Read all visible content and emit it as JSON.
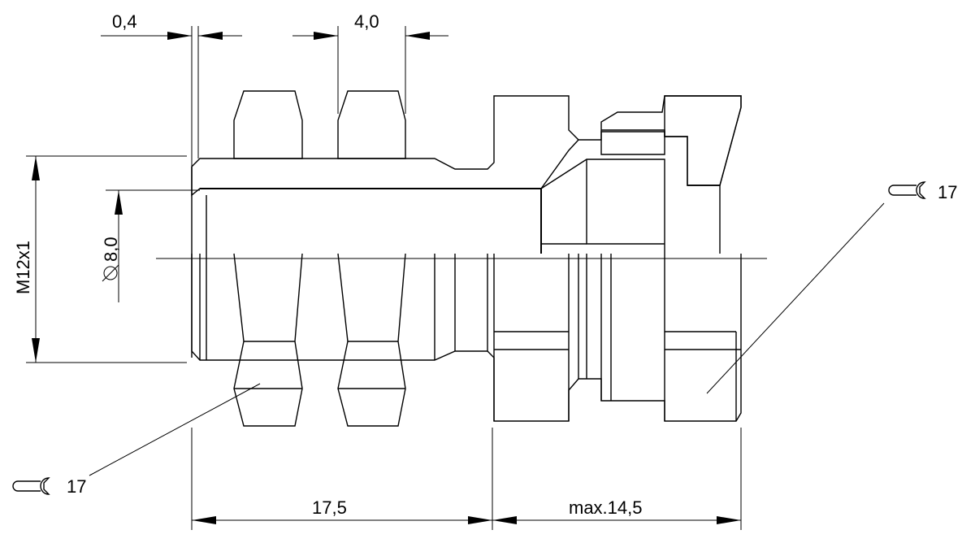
{
  "dimensions": {
    "gap_top": "0,4",
    "pitch_top": "4,0",
    "thread": "M12x1",
    "bore": "8,0",
    "length_left": "17,5",
    "length_right": "max.14,5"
  },
  "wrench_sizes": {
    "left": "17",
    "right": "17"
  },
  "icons": {
    "bore_symbol": "diameter-icon",
    "wrench_symbol": "wrench-icon"
  }
}
